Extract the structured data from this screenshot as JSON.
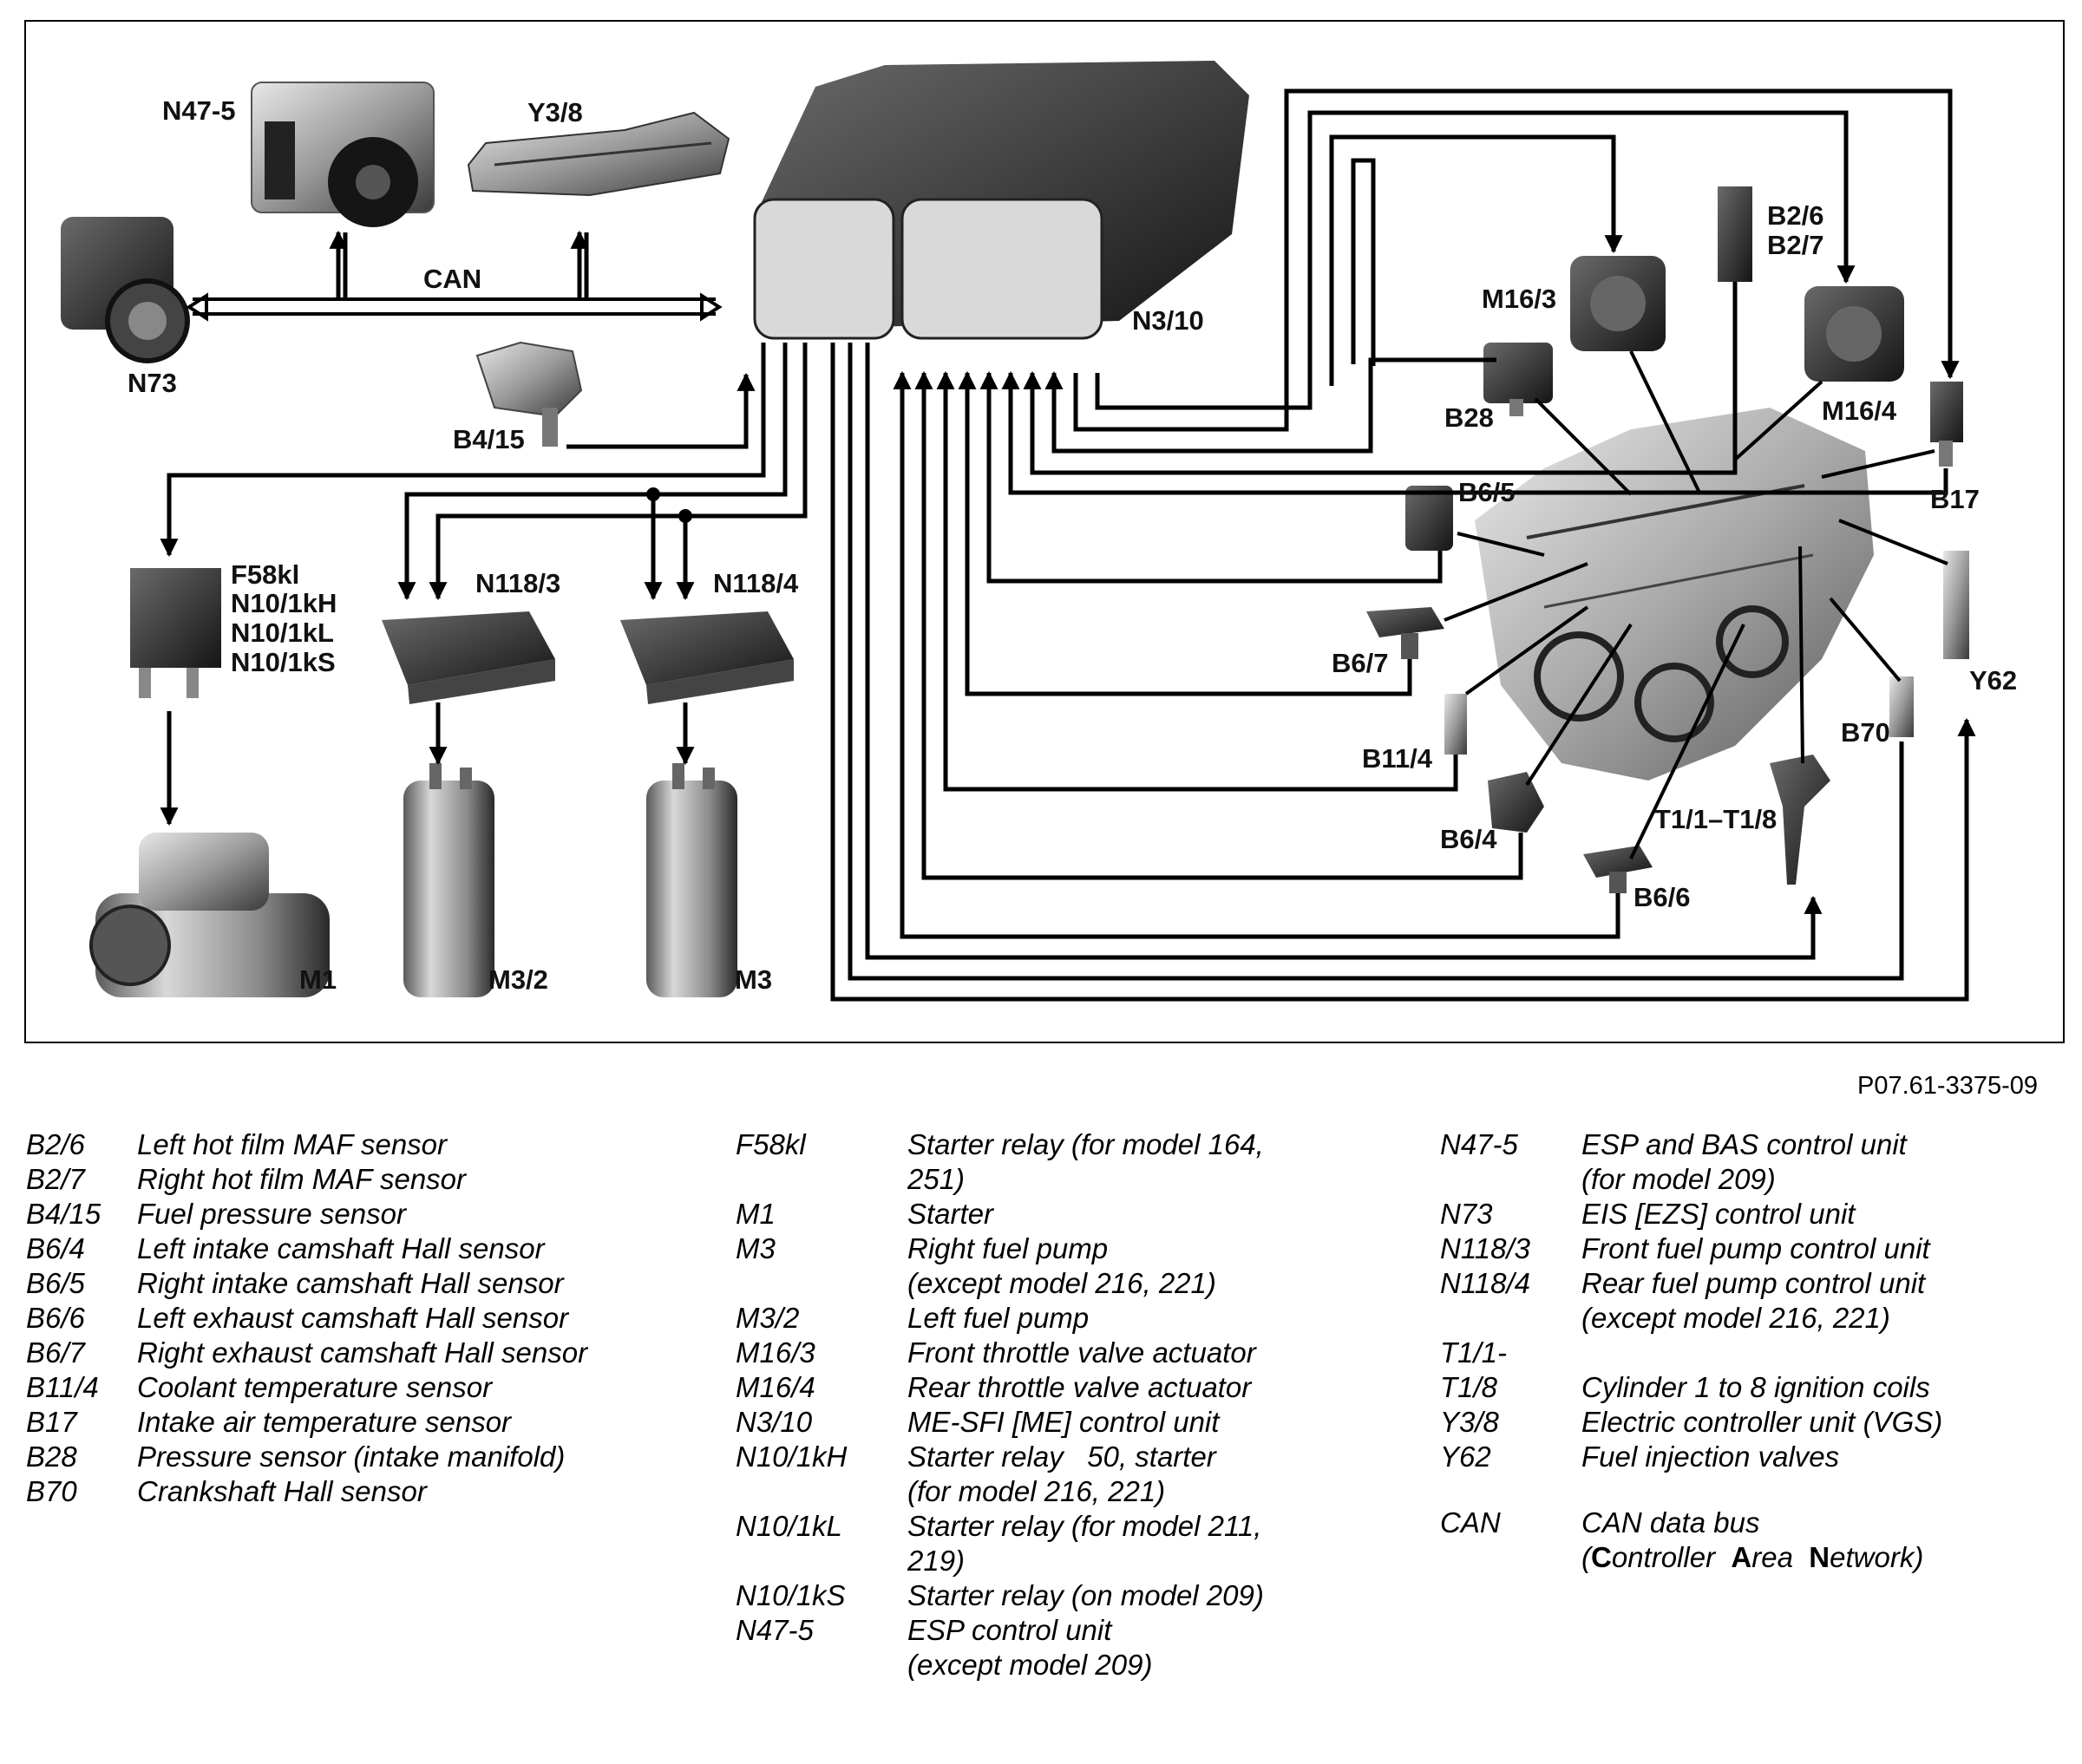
{
  "diagram": {
    "labels": {
      "n47_5": "N47-5",
      "y3_8": "Y3/8",
      "n73": "N73",
      "can": "CAN",
      "n3_10": "N3/10",
      "b4_15": "B4/15",
      "f58_block": [
        "F58kl",
        "N10/1kH",
        "N10/1kL",
        "N10/1kS"
      ],
      "n118_3": "N118/3",
      "n118_4": "N118/4",
      "m1": "M1",
      "m3_2": "M3/2",
      "m3": "M3",
      "m16_3": "M16/3",
      "b2_block": [
        "B2/6",
        "B2/7"
      ],
      "m16_4": "M16/4",
      "b28": "B28",
      "b17": "B17",
      "b6_5": "B6/5",
      "b6_7": "B6/7",
      "y62": "Y62",
      "b70": "B70",
      "b11_4": "B11/4",
      "t1": "T1/1–T1/8",
      "b6_4": "B6/4",
      "b6_6": "B6/6"
    }
  },
  "figure_id": "P07.61-3375-09",
  "legend": {
    "col1": [
      {
        "code": "B2/6",
        "desc": "Left hot film MAF sensor"
      },
      {
        "code": "B2/7",
        "desc": "Right hot film MAF sensor"
      },
      {
        "code": "B4/15",
        "desc": "Fuel pressure sensor"
      },
      {
        "code": "B6/4",
        "desc": "Left intake camshaft Hall sensor"
      },
      {
        "code": "B6/5",
        "desc": "Right intake camshaft Hall sensor"
      },
      {
        "code": "B6/6",
        "desc": "Left exhaust camshaft Hall sensor"
      },
      {
        "code": "B6/7",
        "desc": "Right exhaust camshaft Hall sensor"
      },
      {
        "code": "B11/4",
        "desc": "Coolant temperature sensor"
      },
      {
        "code": "B17",
        "desc": "Intake air temperature sensor"
      },
      {
        "code": "B28",
        "desc": "Pressure sensor (intake manifold)"
      },
      {
        "code": "B70",
        "desc": "Crankshaft Hall sensor"
      }
    ],
    "col2": [
      {
        "code": "F58kl",
        "desc": [
          "Starter relay (for model 164,",
          "251)"
        ]
      },
      {
        "code": "M1",
        "desc": [
          "Starter"
        ]
      },
      {
        "code": "M3",
        "desc": [
          "Right fuel pump",
          "(except model 216, 221)"
        ]
      },
      {
        "code": "M3/2",
        "desc": [
          "Left fuel pump"
        ]
      },
      {
        "code": "M16/3",
        "desc": [
          "Front throttle valve actuator"
        ]
      },
      {
        "code": "M16/4",
        "desc": [
          "Rear throttle valve actuator"
        ]
      },
      {
        "code": "N3/10",
        "desc": [
          "ME-SFI [ME] control unit"
        ]
      },
      {
        "code": "N10/1kH",
        "desc": [
          "Starter relay   50, starter",
          "(for model 216, 221)"
        ]
      },
      {
        "code": "N10/1kL",
        "desc": [
          "Starter relay (for model 211,",
          "219)"
        ]
      },
      {
        "code": "N10/1kS",
        "desc": [
          "Starter relay (on model 209)"
        ]
      },
      {
        "code": "N47-5",
        "desc": [
          "ESP control unit",
          "(except model 209)"
        ]
      }
    ],
    "col3": [
      {
        "code": "N47-5",
        "desc": [
          "ESP and BAS control unit",
          "(for model 209)"
        ]
      },
      {
        "code": "N73",
        "desc": [
          "EIS [EZS] control unit"
        ]
      },
      {
        "code": "N118/3",
        "desc": [
          "Front fuel pump control unit"
        ]
      },
      {
        "code": "N118/4",
        "desc": [
          "Rear fuel pump control unit",
          "(except model 216, 221)"
        ]
      },
      {
        "code": "T1/1-",
        "desc": [
          ""
        ]
      },
      {
        "code": "T1/8",
        "desc": [
          "Cylinder 1 to 8 ignition coils"
        ]
      },
      {
        "code": "Y3/8",
        "desc": [
          "Electric controller unit (VGS)"
        ]
      },
      {
        "code": "Y62",
        "desc": [
          "Fuel injection valves"
        ]
      }
    ],
    "can": {
      "code": "CAN",
      "line1": "CAN data bus",
      "line2_parts": [
        "(",
        "C",
        "ontroller  ",
        "A",
        "rea  ",
        "N",
        "etwork)"
      ]
    }
  }
}
